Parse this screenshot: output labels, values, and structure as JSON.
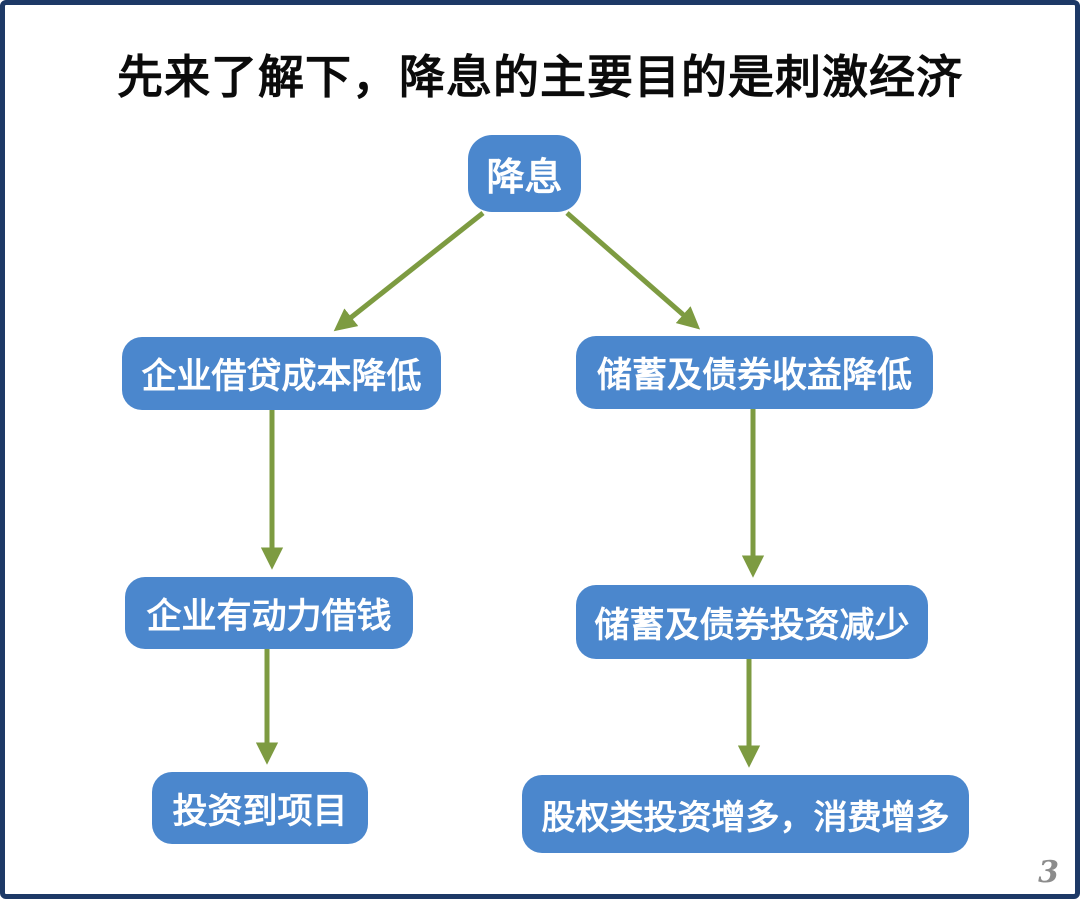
{
  "slide": {
    "title": "先来了解下，降息的主要目的是刺激经济",
    "page_number": "3"
  },
  "diagram": {
    "type": "flowchart",
    "nodes": {
      "root": {
        "label": "降息"
      },
      "left1": {
        "label": "企业借贷成本降低"
      },
      "left2": {
        "label": "企业有动力借钱"
      },
      "left3": {
        "label": "投资到项目"
      },
      "right1": {
        "label": "储蓄及债券收益降低"
      },
      "right2": {
        "label": "储蓄及债券投资减少"
      },
      "right3": {
        "label": "股权类投资增多，消费增多"
      }
    },
    "edges": [
      {
        "from": "root",
        "to": "left1"
      },
      {
        "from": "root",
        "to": "right1"
      },
      {
        "from": "left1",
        "to": "left2"
      },
      {
        "from": "left2",
        "to": "left3"
      },
      {
        "from": "right1",
        "to": "right2"
      },
      {
        "from": "right2",
        "to": "right3"
      }
    ]
  },
  "colors": {
    "node_fill": "#4b87cd",
    "arrow": "#7d9b41",
    "frame_border": "#1d3966",
    "title_text": "#0b0b0b",
    "node_text": "#ffffff",
    "page_number": "#8c8c8c"
  }
}
